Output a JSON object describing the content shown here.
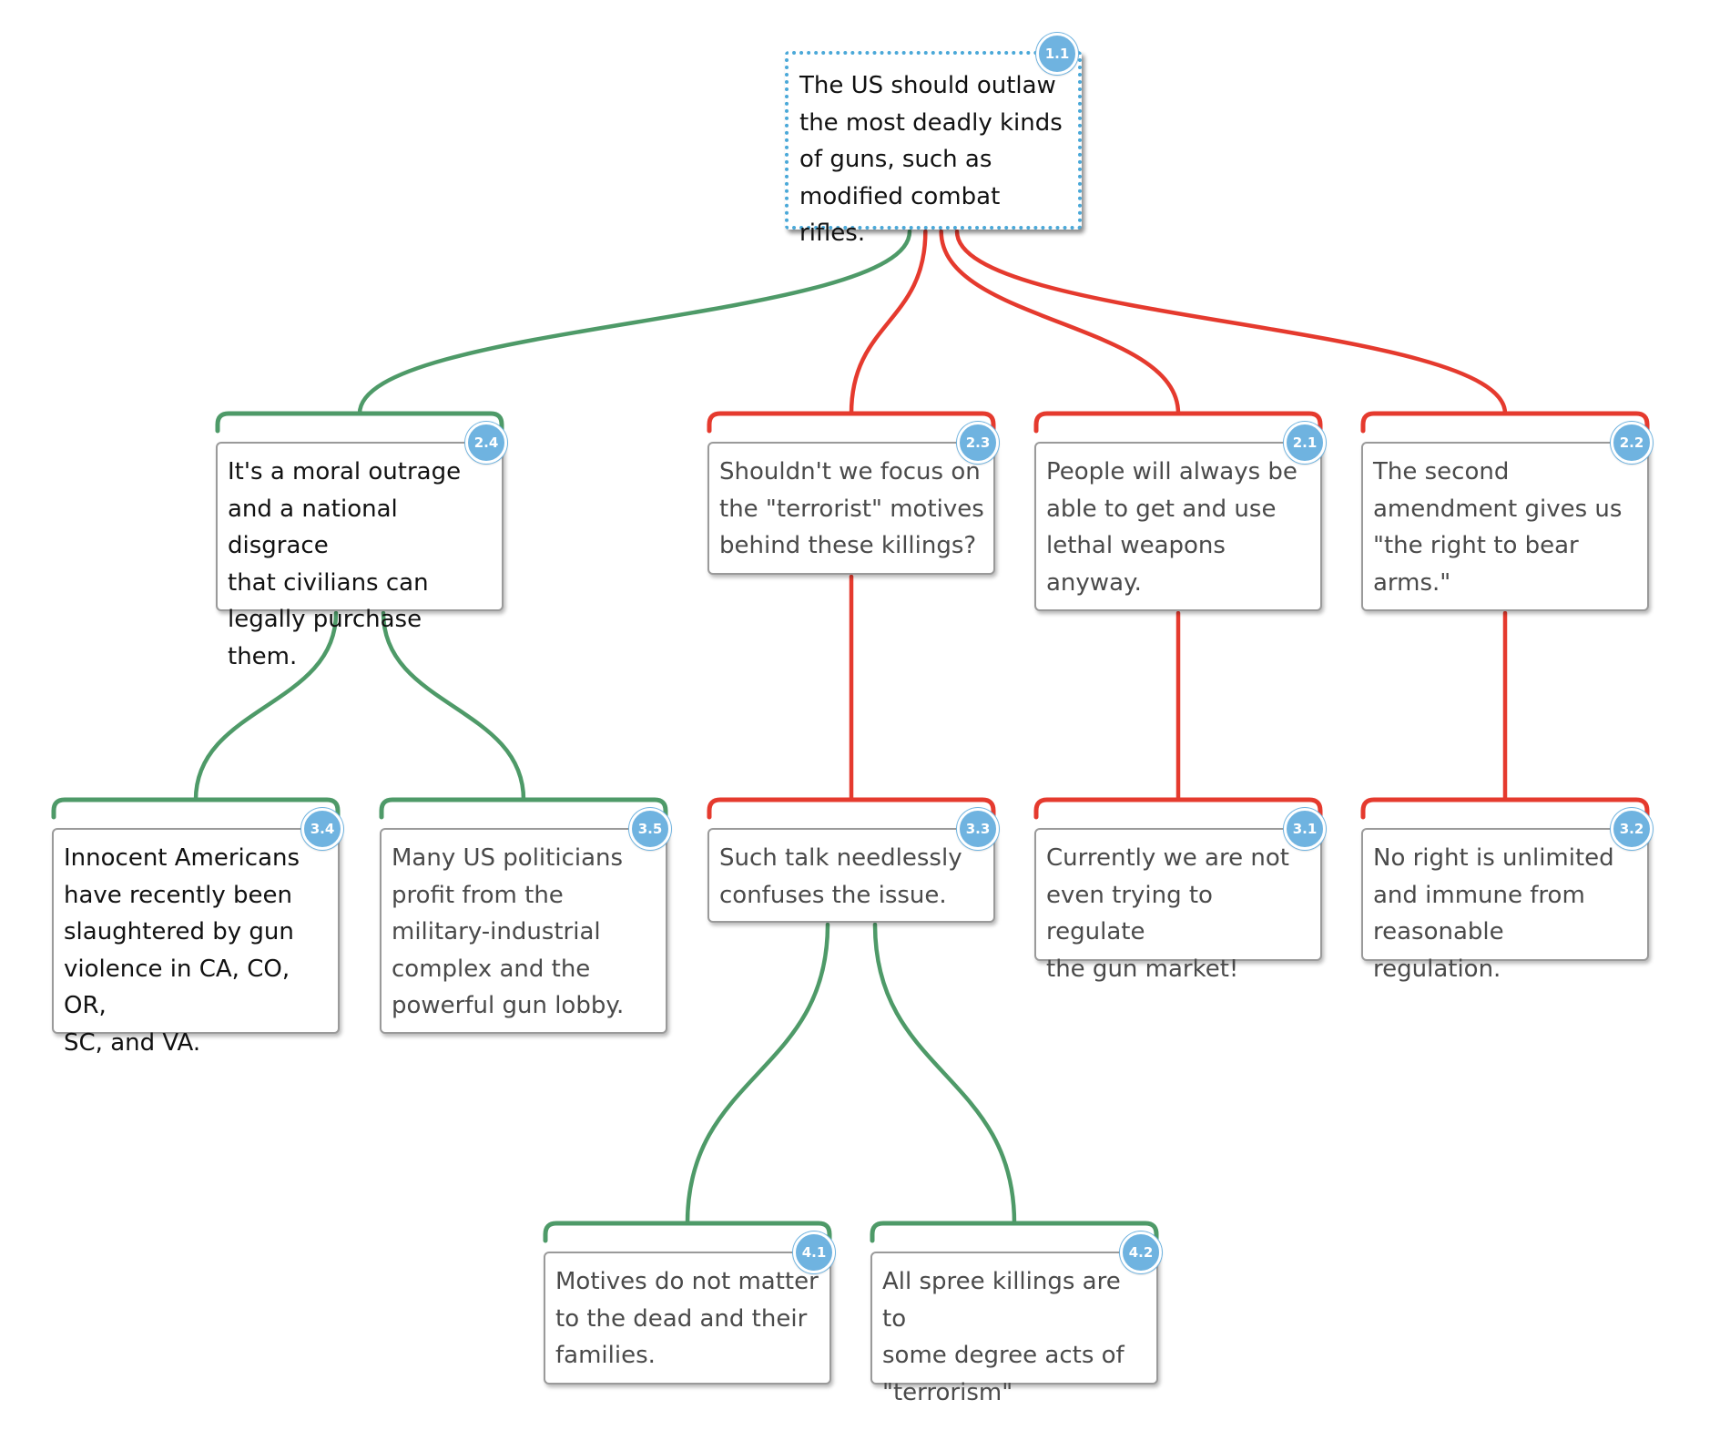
{
  "colors": {
    "support": "#4e9a68",
    "oppose": "#e53a2e",
    "root_border": "#4aa8d8",
    "badge": "#6fb3e0"
  },
  "nodes": [
    {
      "id": "1.1",
      "parent": null,
      "relation": "root",
      "style": "dark",
      "text": "The US should outlaw\nthe most deadly kinds\nof guns, such as\nmodified combat rifles."
    },
    {
      "id": "2.4",
      "parent": "1.1",
      "relation": "support",
      "style": "dark",
      "text": "It's a moral outrage\nand a national disgrace\nthat civilians can\nlegally purchase them."
    },
    {
      "id": "2.3",
      "parent": "1.1",
      "relation": "oppose",
      "style": "normal",
      "text": "Shouldn't we focus on\nthe \"terrorist\" motives\nbehind these killings?"
    },
    {
      "id": "2.1",
      "parent": "1.1",
      "relation": "oppose",
      "style": "normal",
      "text": "People will always be\nable to get and use\nlethal weapons\nanyway."
    },
    {
      "id": "2.2",
      "parent": "1.1",
      "relation": "oppose",
      "style": "normal",
      "text": "The second\namendment gives us\n\"the right to bear\narms.\""
    },
    {
      "id": "3.4",
      "parent": "2.4",
      "relation": "support",
      "style": "dark",
      "text": "Innocent Americans\nhave recently been\nslaughtered by gun\nviolence in CA, CO, OR,\nSC, and VA."
    },
    {
      "id": "3.5",
      "parent": "2.4",
      "relation": "support",
      "style": "normal",
      "text": "Many US politicians\nprofit from the\nmilitary-industrial\ncomplex and the\npowerful gun lobby."
    },
    {
      "id": "3.3",
      "parent": "2.3",
      "relation": "oppose",
      "style": "normal",
      "text": "Such talk needlessly\nconfuses the issue."
    },
    {
      "id": "3.1",
      "parent": "2.1",
      "relation": "oppose",
      "style": "normal",
      "text": "Currently we are not\neven trying to regulate\nthe gun market!"
    },
    {
      "id": "3.2",
      "parent": "2.2",
      "relation": "oppose",
      "style": "normal",
      "text": "No right is unlimited\nand immune from\nreasonable regulation."
    },
    {
      "id": "4.1",
      "parent": "3.3",
      "relation": "support",
      "style": "normal",
      "text": "Motives do not matter\nto the dead and their\nfamilies."
    },
    {
      "id": "4.2",
      "parent": "3.3",
      "relation": "support",
      "style": "normal",
      "text": "All spree killings are to\nsome degree acts of\n\"terrorism\""
    }
  ]
}
